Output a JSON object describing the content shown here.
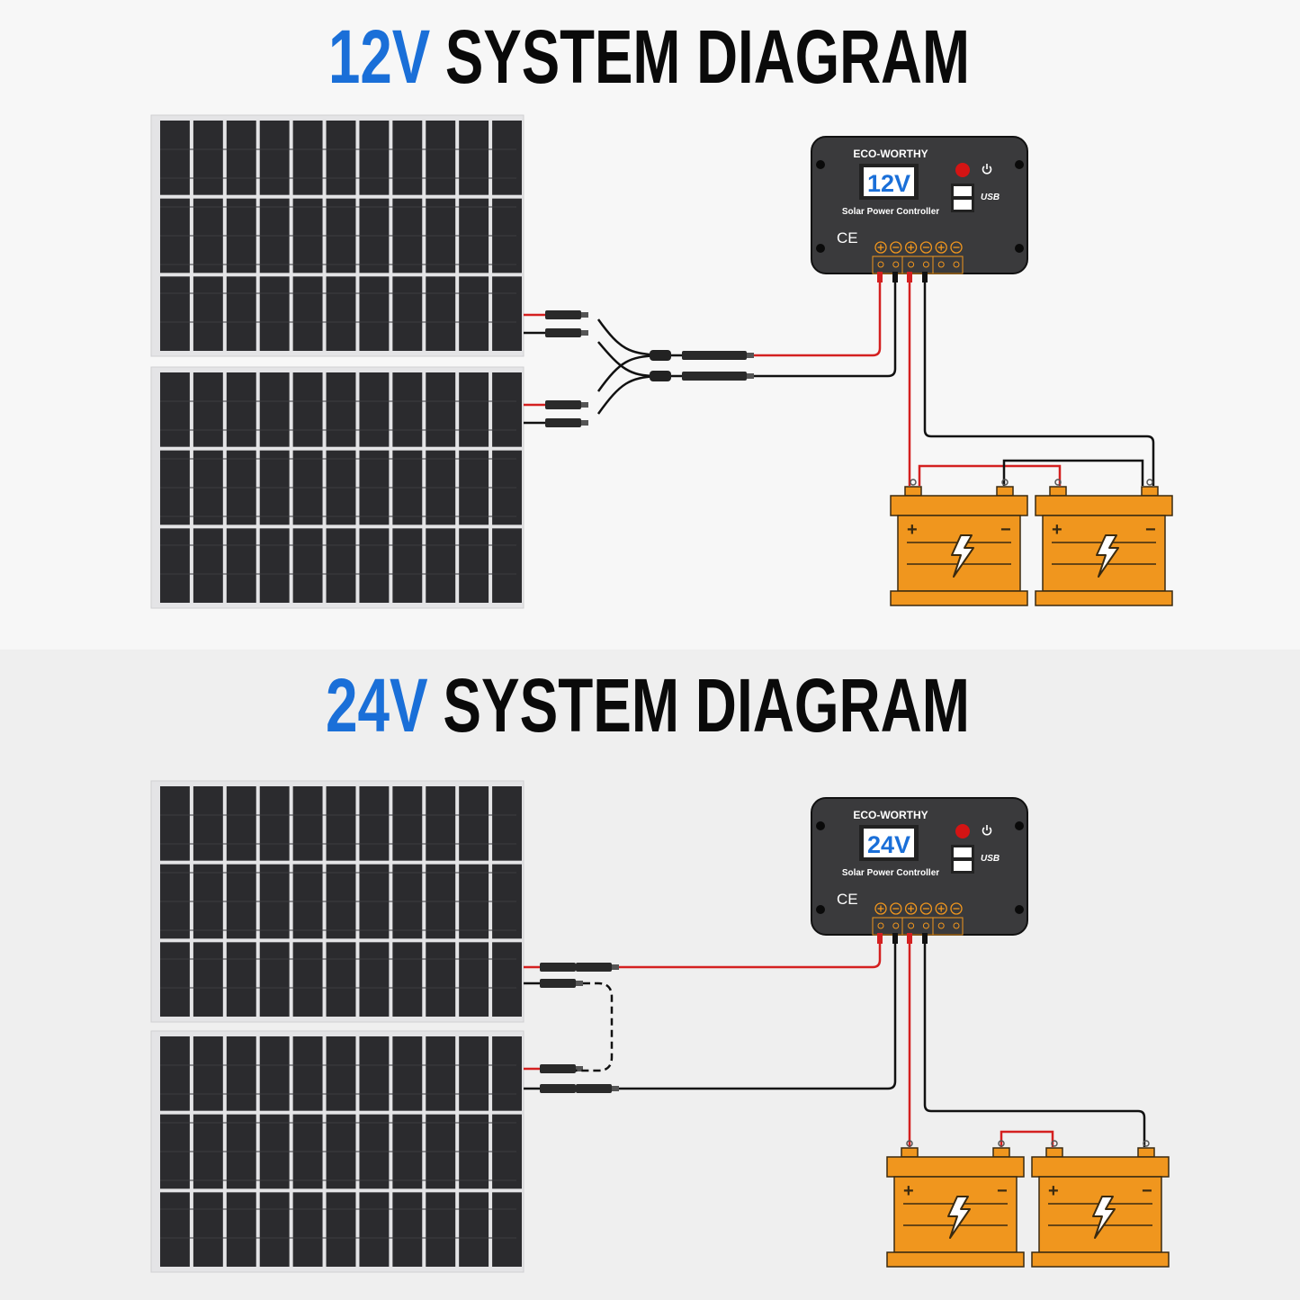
{
  "sections": [
    {
      "title_voltage": "12V",
      "title_rest": "SYSTEM DIAGRAM",
      "controller": {
        "brand": "ECO-WORTHY",
        "display": "12V",
        "label": "Solar Power Controller",
        "ce_mark": "CE",
        "usb_label": "USB"
      },
      "wiring": "parallel"
    },
    {
      "title_voltage": "24V",
      "title_rest": "SYSTEM DIAGRAM",
      "controller": {
        "brand": "ECO-WORTHY",
        "display": "24V",
        "label": "Solar Power Controller",
        "ce_mark": "CE",
        "usb_label": "USB"
      },
      "wiring": "series"
    }
  ],
  "battery_signs": {
    "plus": "+",
    "minus": "−"
  },
  "colors": {
    "accent_blue": "#1a6fd8",
    "positive_wire": "#d42020",
    "negative_wire": "#111111",
    "battery": "#f0961e",
    "controller": "#3a3a3c"
  }
}
